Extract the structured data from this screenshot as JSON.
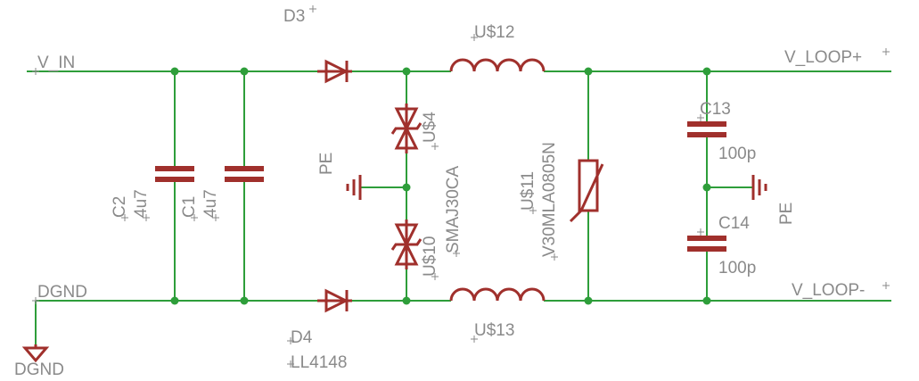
{
  "nets": {
    "v_in": "V_IN",
    "dgnd_left": "DGND",
    "dgnd_symbol": "DGND",
    "v_loop_plus": "V_LOOP+",
    "v_loop_minus": "V_LOOP-",
    "pe_left": "PE",
    "pe_right": "PE"
  },
  "components": {
    "d3_name": "D3",
    "d4_name": "D4",
    "d4_value": "LL4148",
    "u12_name": "U$12",
    "u13_name": "U$13",
    "u4_name": "U$4",
    "u10_name": "U$10",
    "tvs_value": "SMAJ30CA",
    "u11_name": "U$11",
    "varistor_value": "V30MLA0805N",
    "c1_name": "C1",
    "c1_value": "4u7",
    "c2_name": "C2",
    "c2_value": "4u7",
    "c13_name": "C13",
    "c13_value": "100p",
    "c14_name": "C14",
    "c14_value": "100p"
  },
  "colors": {
    "wire": "#2e9e3a",
    "symbol": "#a0302c",
    "label": "#8a8a8a",
    "background": "#ffffff"
  }
}
